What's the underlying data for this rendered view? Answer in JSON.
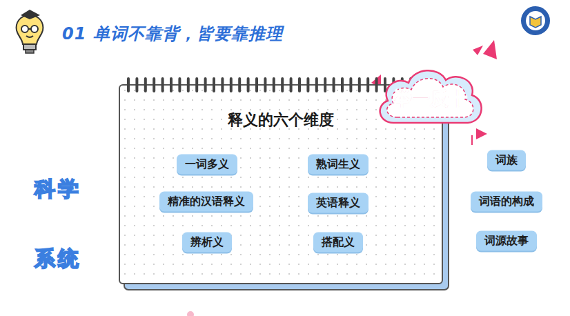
{
  "diagram": {
    "title": "01 单词不靠背，皆要靠推理",
    "nodes": [
      {
        "text": [
          "释义的六个维度"
        ]
      },
      {
        "text": [
          "一词多义"
        ],
        "in": 0
      },
      {
        "text": [
          "熟词生义"
        ],
        "in": 0
      },
      {
        "text": [
          "精准的汉语释义"
        ],
        "in": 0
      },
      {
        "text": [
          "英语释义"
        ],
        "in": 0
      },
      {
        "text": [
          "辨析义"
        ],
        "in": 0
      },
      {
        "text": [
          "搭配义"
        ],
        "in": 0
      },
      {
        "text": [
          "举一反十"
        ]
      },
      {
        "text": [
          "词族"
        ]
      },
      {
        "text": [
          "词语的构成"
        ]
      },
      {
        "text": [
          "词源故事"
        ]
      }
    ],
    "labels": [
      "科学",
      "系统"
    ]
  }
}
